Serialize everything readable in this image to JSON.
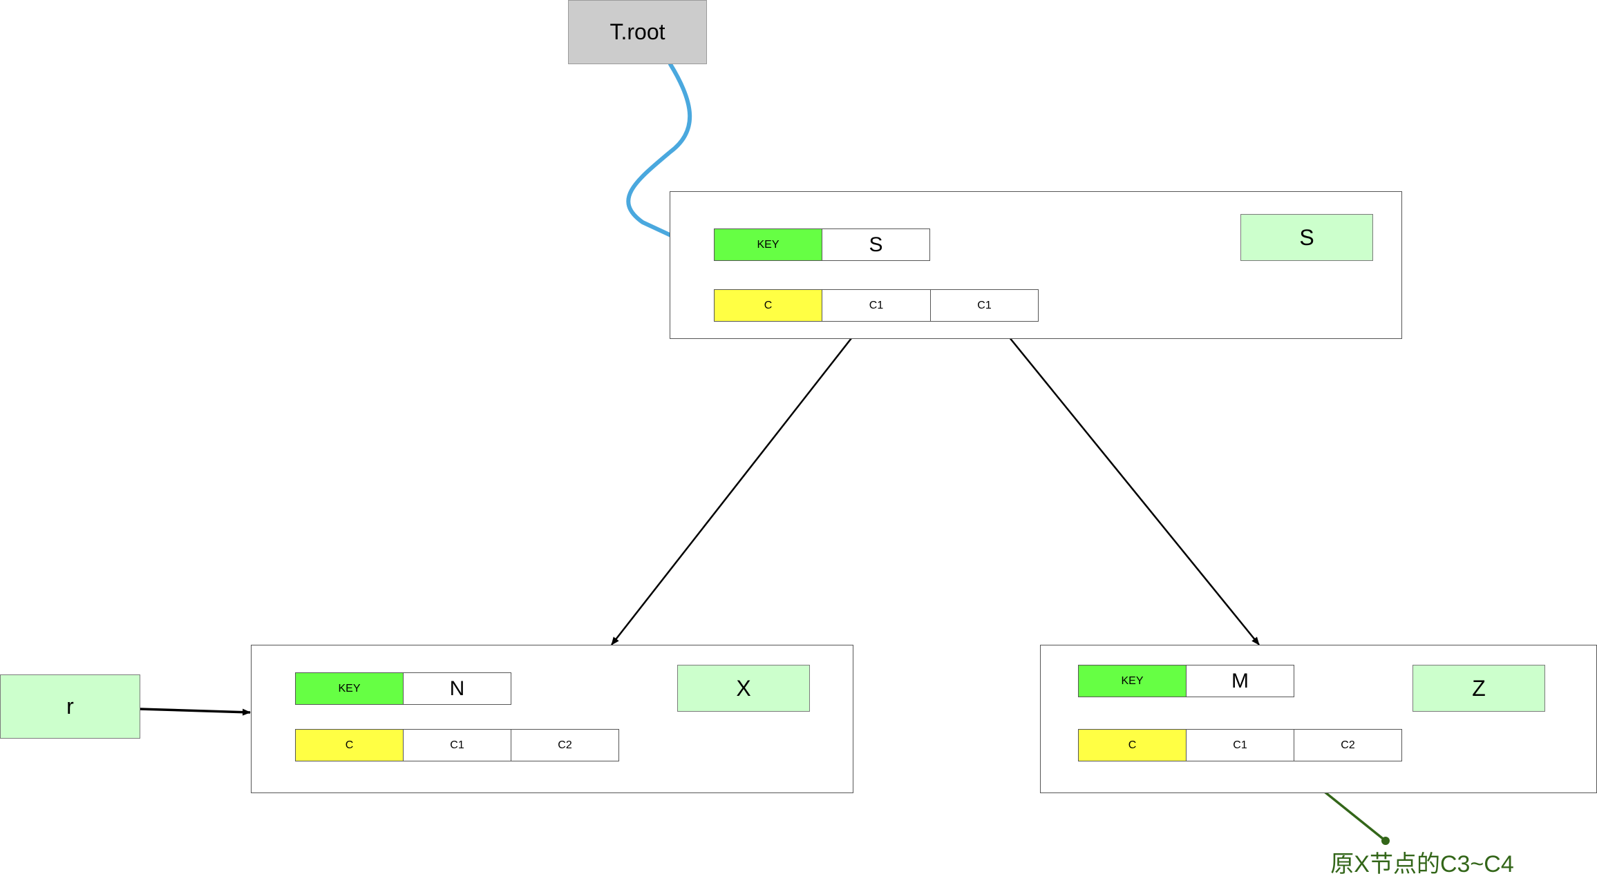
{
  "root": {
    "label": "T.root",
    "fill": "#cccccc",
    "link_color": "#4aa8de"
  },
  "nodes": {
    "s": {
      "tag": "S",
      "key_label": "KEY",
      "key_value": "S",
      "child_label": "C",
      "children": [
        "C1",
        "C1"
      ]
    },
    "x": {
      "tag": "X",
      "key_label": "KEY",
      "key_value": "N",
      "child_label": "C",
      "children": [
        "C1",
        "C2"
      ]
    },
    "z": {
      "tag": "Z",
      "key_label": "KEY",
      "key_value": "M",
      "child_label": "C",
      "children": [
        "C1",
        "C2"
      ]
    }
  },
  "pointer": {
    "label": "r"
  },
  "annotation": {
    "text": "原X节点的C3~C4",
    "color": "#336619"
  },
  "colors": {
    "key_cell": "#66ff44",
    "child_cell": "#ffff44",
    "tag_box": "#ccffcc",
    "edge": "#000000"
  }
}
